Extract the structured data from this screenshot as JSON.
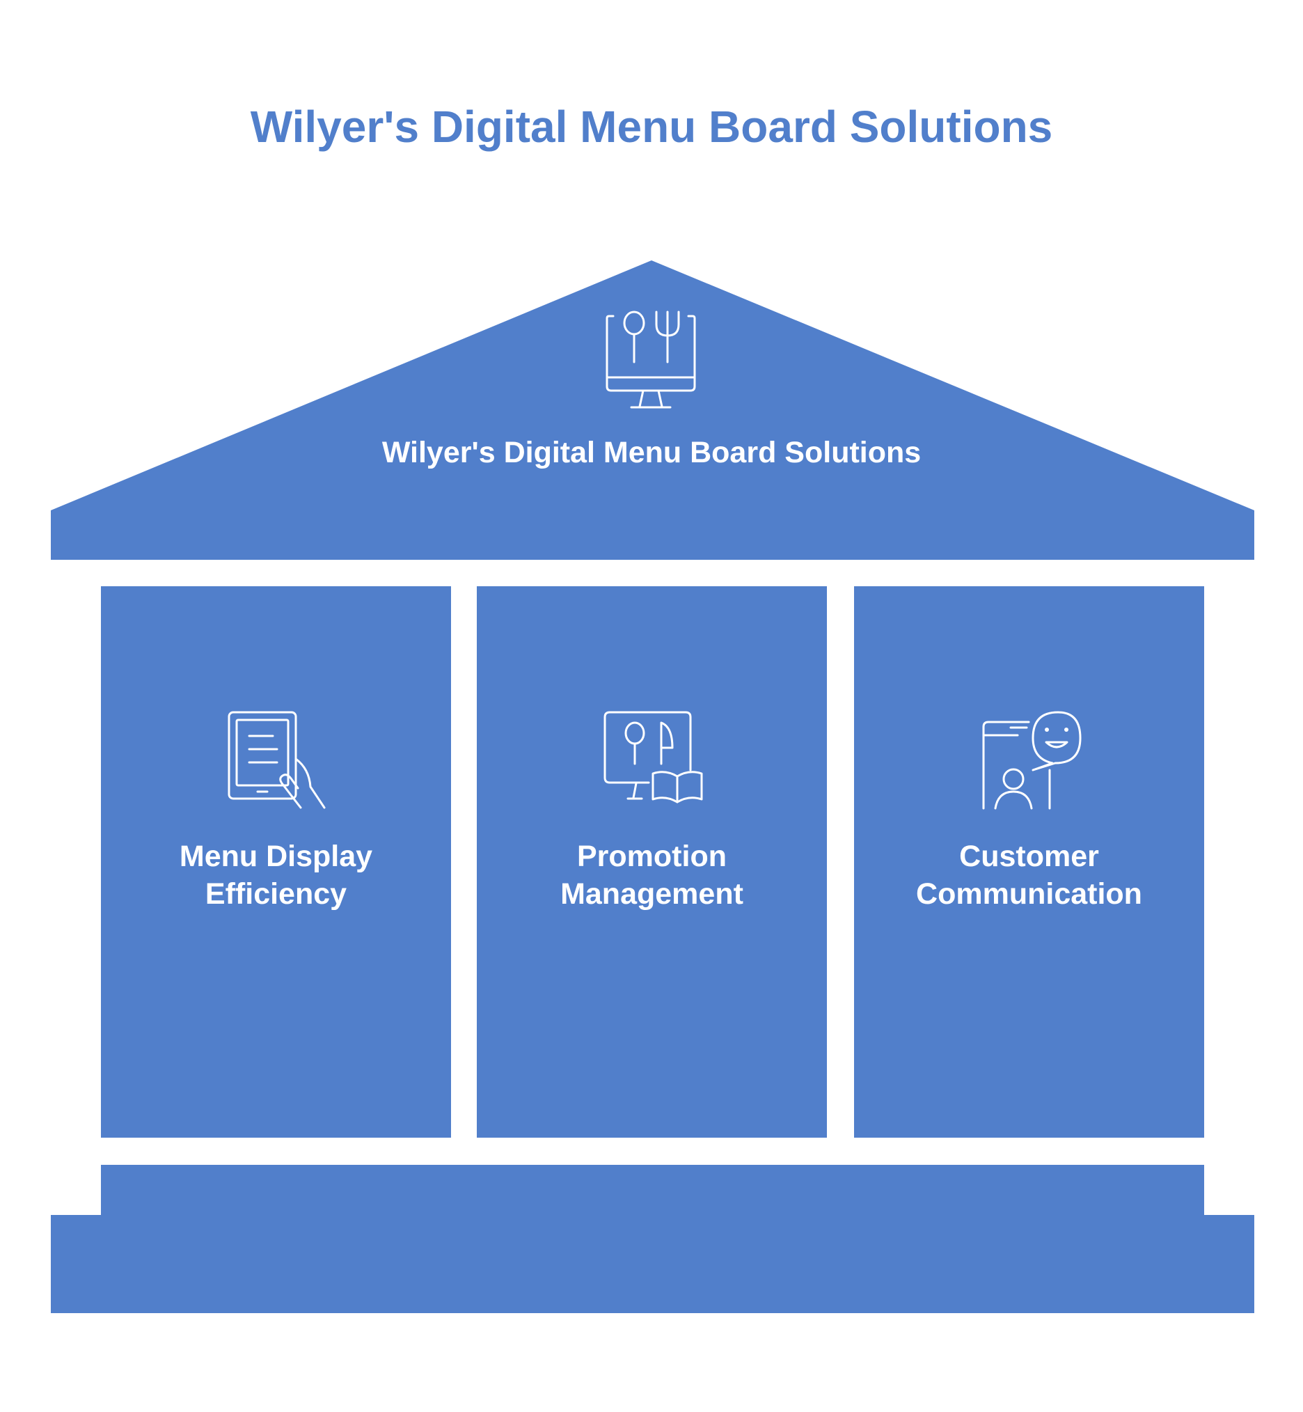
{
  "title": "Wilyer's Digital Menu Board Solutions",
  "colors": {
    "primary": "#517fcb",
    "text_on_primary": "#ffffff",
    "background": "#ffffff"
  },
  "roof": {
    "label": "Wilyer's Digital Menu Board Solutions",
    "icon": "digital-menu-monitor-icon"
  },
  "pillars": [
    {
      "label_line1": "Menu Display",
      "label_line2": "Efficiency",
      "icon": "tablet-in-hand-icon"
    },
    {
      "label_line1": "Promotion",
      "label_line2": "Management",
      "icon": "menu-monitor-book-icon"
    },
    {
      "label_line1": "Customer",
      "label_line2": "Communication",
      "icon": "phone-chat-smiley-icon"
    }
  ]
}
